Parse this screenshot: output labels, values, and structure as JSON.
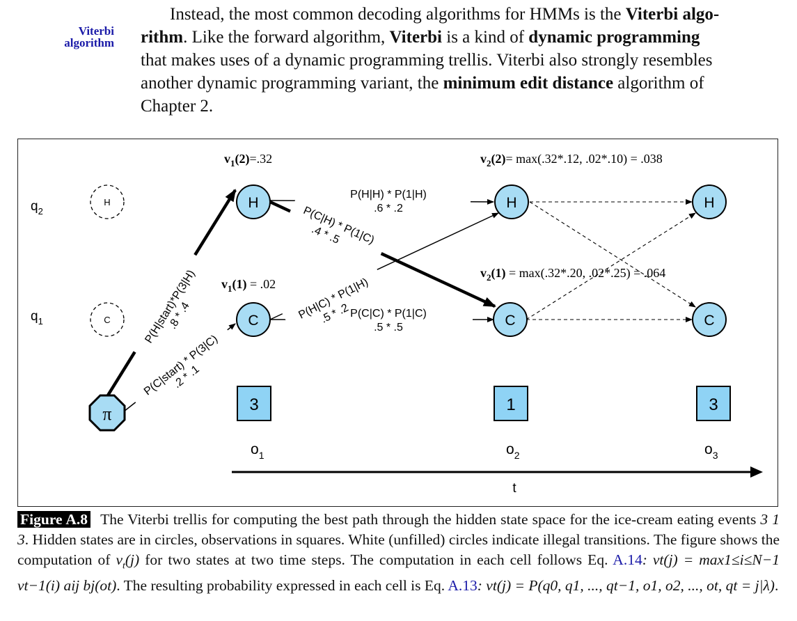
{
  "margin_note": {
    "line1": "Viterbi",
    "line2": "algorithm"
  },
  "paragraph": {
    "line1_pre": "Instead, the most common decoding algorithms for HMMs is the ",
    "line1_bold": "Viterbi algo-",
    "line2_bold": "rithm",
    "line2_mid": ". Like the forward algorithm, ",
    "line2_bold2": "Viterbi",
    "line2_mid2": " is a kind of ",
    "line2_bold3": "dynamic programming",
    "line3": "that makes uses of a dynamic programming trellis. Viterbi also strongly resembles",
    "line4_pre": "another dynamic programming variant, the ",
    "line4_bold": "minimum edit distance",
    "line4_post": " algorithm of",
    "line5": "Chapter 2."
  },
  "figure": {
    "state_labels": {
      "q2": "q",
      "q2_sub": "2",
      "q1": "q",
      "q1_sub": "1"
    },
    "ghost_nodes": {
      "h": "H",
      "c": "C"
    },
    "nodes": {
      "h": "H",
      "c": "C",
      "pi": "π"
    },
    "v12": {
      "v": "v",
      "sub": "1",
      "arg": "(2)",
      "rest": "=.32"
    },
    "v11": {
      "v": "v",
      "sub": "1",
      "arg": "(1)",
      "rest": " = .02"
    },
    "v22": {
      "v": "v",
      "sub": "2",
      "arg": "(2)",
      "rest": "= max(.32*.12, .02*.10) = .038"
    },
    "v21": {
      "v": "v",
      "sub": "2",
      "arg": "(1)",
      "rest": " = max(.32*.20, .02*.25) = .064"
    },
    "edge_labels": {
      "hh_top": "P(H|H) * P(1|H)",
      "hh_bot": ".6 * .2",
      "ch_top": "P(C|H) * P(1|C)",
      "ch_bot": ".4 * .5",
      "hc_top": "P(H|C) * P(1|H)",
      "hc_bot": ".5 * .2",
      "cc_top": "P(C|C) * P(1|C)",
      "cc_bot": ".5 * .5",
      "hstart_top": "P(H|start)*P(3|H)",
      "hstart_bot": ".8 * .4",
      "cstart_top": "P(C|start) * P(3|C)",
      "cstart_bot": ".2 * .1"
    },
    "observations": [
      "3",
      "1",
      "3"
    ],
    "obs_labels": [
      {
        "o": "o",
        "sub": "1"
      },
      {
        "o": "o",
        "sub": "2"
      },
      {
        "o": "o",
        "sub": "3"
      }
    ],
    "time_label": "t",
    "colors": {
      "node_fill": "#a8dcf4",
      "obs_fill": "#8fd3f5",
      "stroke": "#000000"
    }
  },
  "caption": {
    "label": "Figure A.8",
    "text1": "The Viterbi trellis for computing the best path through the hidden state space for the ice-cream eating events ",
    "events": "3 1 3",
    "text2": ". Hidden states are in circles, observations in squares. White (unfilled) circles indicate illegal transitions. The figure shows the computation of ",
    "vtj": "v",
    "vtj_rest": "t(j)",
    "text3": " for two states at two time steps. The computation in each cell follows Eq. ",
    "eq1": "A.14",
    "eq1_expr": ": vt(j) = max1≤i≤N−1 vt−1(i) aij bj(ot)",
    "text4": ". The resulting probability expressed in each cell is Eq. ",
    "eq2": "A.13",
    "eq2_expr": ": vt(j) = P(q0, q1, ..., qt−1, o1, o2, ..., ot, qt = j|λ)",
    "end": "."
  }
}
